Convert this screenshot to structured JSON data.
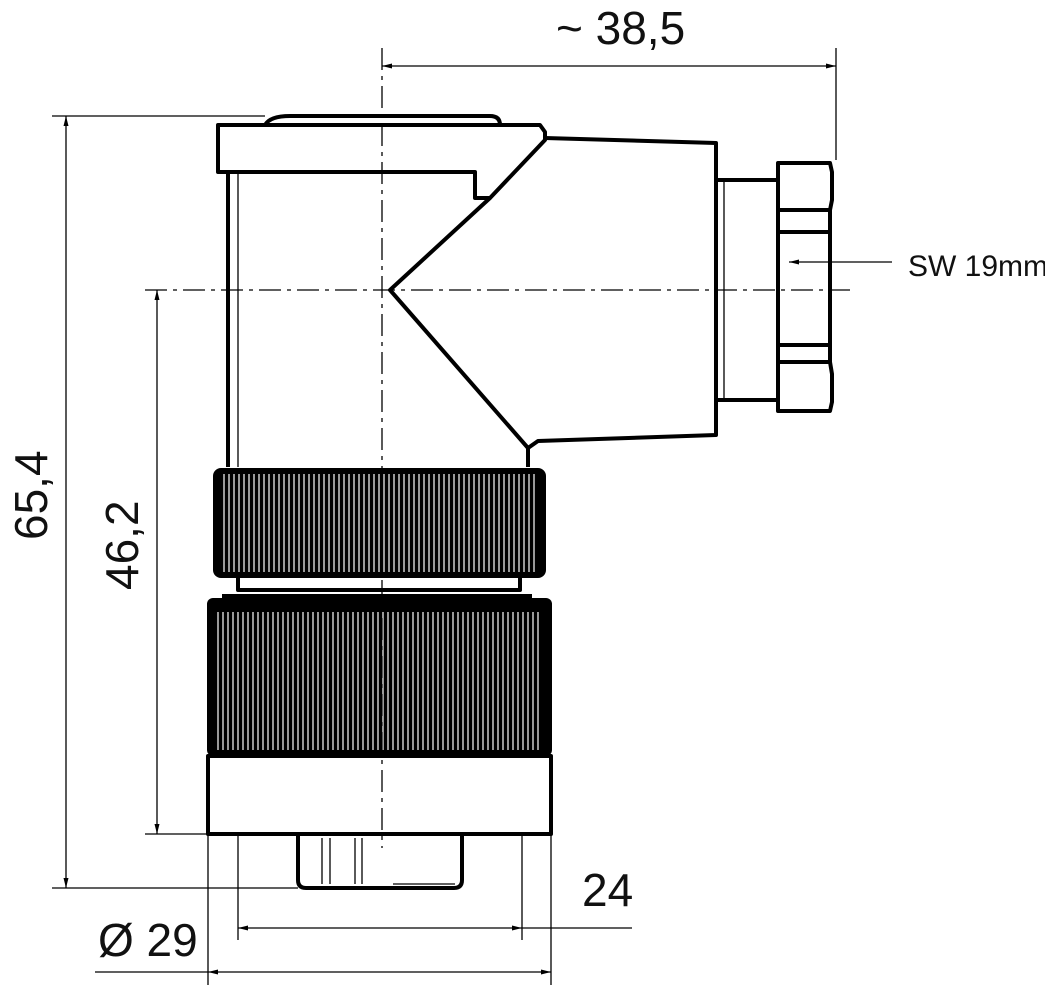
{
  "dimensions": {
    "width_approx": "~ 38,5",
    "height_total": "65,4",
    "height_partial": "46,2",
    "wrench_size": "SW 19mm",
    "inner_width": "24",
    "outer_diameter": "Ø 29"
  },
  "colors": {
    "line": "#000000",
    "background": "#ffffff"
  }
}
